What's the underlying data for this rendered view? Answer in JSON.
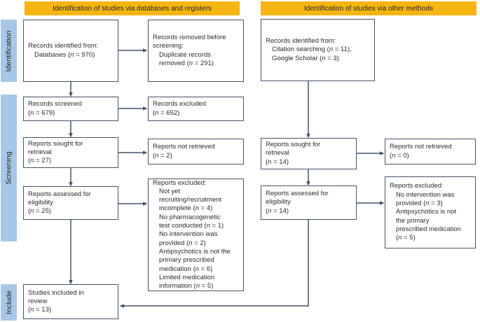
{
  "headers": {
    "left": "Identification of studies via databases and registers",
    "right": "Identification of studies via other methods"
  },
  "side_labels": {
    "identification": "Identification",
    "screening": "Screening",
    "include": "Include"
  },
  "colors": {
    "header_bg": "#F7B512",
    "header_text": "#262626",
    "side_bg": "#A7C7E8",
    "side_text": "#222222",
    "box_border": "#44546A",
    "arrow": "#44546A",
    "text": "#2B2B2B",
    "background": "#FFFFFF"
  },
  "boxes": {
    "db_identified": {
      "lines": [
        {
          "text": "Records identified from:",
          "indent": 0
        },
        {
          "text": "Databases (n = 970)",
          "indent": 1
        }
      ]
    },
    "db_removed": {
      "lines": [
        {
          "text": "Records removed before",
          "indent": 0
        },
        {
          "text": "screening:",
          "indent": 0
        },
        {
          "text": "Duplicate records",
          "indent": 1
        },
        {
          "text": "removed (n = 291)",
          "indent": 1
        }
      ]
    },
    "db_screened": {
      "lines": [
        {
          "text": "Records screened",
          "indent": 0
        },
        {
          "text": "(n = 679)",
          "indent": 0
        }
      ]
    },
    "db_excluded": {
      "lines": [
        {
          "text": "Records excluded",
          "indent": 0
        },
        {
          "text": "(n = 652)",
          "indent": 0
        }
      ]
    },
    "db_sought": {
      "lines": [
        {
          "text": "Reports sought for",
          "indent": 0
        },
        {
          "text": "retrieval",
          "indent": 0
        },
        {
          "text": "(n = 27)",
          "indent": 0
        }
      ]
    },
    "db_not_retrieved": {
      "lines": [
        {
          "text": "Reports not retrieved",
          "indent": 0
        },
        {
          "text": "(n = 2)",
          "indent": 0
        }
      ]
    },
    "db_assessed": {
      "lines": [
        {
          "text": "Reports assessed for",
          "indent": 0
        },
        {
          "text": "eligibility",
          "indent": 0
        },
        {
          "text": "(n = 25)",
          "indent": 0
        }
      ]
    },
    "db_reports_excluded": {
      "lines": [
        {
          "text": "Reports excluded:",
          "indent": 0
        },
        {
          "text": "Not yet",
          "indent": 1
        },
        {
          "text": "recruiting/recruitment",
          "indent": 1
        },
        {
          "text": "incomplete (n = 4)",
          "indent": 1
        },
        {
          "text": "No pharmacogenetic",
          "indent": 1
        },
        {
          "text": "test conducted (n = 1)",
          "indent": 1
        },
        {
          "text": "No intervention was",
          "indent": 1
        },
        {
          "text": "provided (n = 2)",
          "indent": 1
        },
        {
          "text": "Antipsychotics is not the",
          "indent": 1
        },
        {
          "text": "primary prescribed",
          "indent": 1
        },
        {
          "text": "medication (n = 6)",
          "indent": 1
        },
        {
          "text": "Limited medication",
          "indent": 1
        },
        {
          "text": "information (n = 5)",
          "indent": 1
        }
      ]
    },
    "included": {
      "lines": [
        {
          "text": "Studies included in",
          "indent": 0
        },
        {
          "text": "review",
          "indent": 0
        },
        {
          "text": "(n = 13)",
          "indent": 0
        }
      ]
    },
    "other_identified": {
      "lines": [
        {
          "text": "Records identified from:",
          "indent": 0
        },
        {
          "text": "Citation searching (n = 11),",
          "indent": 1
        },
        {
          "text": "Google Scholar (n = 3)",
          "indent": 1
        }
      ]
    },
    "other_sought": {
      "lines": [
        {
          "text": "Reports sought for",
          "indent": 0
        },
        {
          "text": "retrieval",
          "indent": 0
        },
        {
          "text": "(n = 14)",
          "indent": 0
        }
      ]
    },
    "other_not_retrieved": {
      "lines": [
        {
          "text": "Reports not retrieved",
          "indent": 0
        },
        {
          "text": "(n = 0)",
          "indent": 0
        }
      ]
    },
    "other_assessed": {
      "lines": [
        {
          "text": "Reports assessed for",
          "indent": 0
        },
        {
          "text": "eligibility",
          "indent": 0
        },
        {
          "text": "(n = 14)",
          "indent": 0
        }
      ]
    },
    "other_reports_excluded": {
      "lines": [
        {
          "text": "Reports excluded:",
          "indent": 0
        },
        {
          "text": "No intervention was",
          "indent": 1
        },
        {
          "text": "provided (n = 3)",
          "indent": 1
        },
        {
          "text": "Antipsychotics is not",
          "indent": 1
        },
        {
          "text": "the primary",
          "indent": 1
        },
        {
          "text": "prescribed medication",
          "indent": 1
        },
        {
          "text": "(n = 5)",
          "indent": 1
        }
      ]
    }
  }
}
